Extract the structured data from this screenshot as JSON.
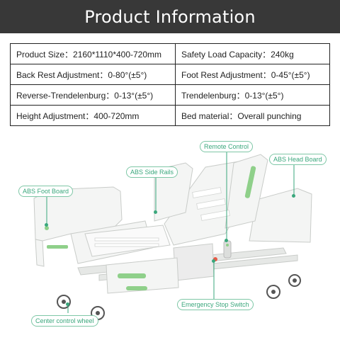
{
  "header": {
    "title": "Product Information"
  },
  "specs": [
    [
      "Product Size：2160*1110*400-720mm",
      "Safety Load Capacity：240kg"
    ],
    [
      "Back Rest Adjustment：0-80°(±5°)",
      "Foot Rest Adjustment：0-45°(±5°)"
    ],
    [
      "Reverse-Trendelenburg：0-13°(±5°)",
      "Trendelenburg：0-13°(±5°)"
    ],
    [
      "Height Adjustment：400-720mm",
      "Bed material：Overall punching"
    ]
  ],
  "callouts": {
    "remote_control": "Remote Control",
    "abs_head_board": "ABS Head Board",
    "abs_side_rails": "ABS Side Rails",
    "abs_foot_board": "ABS Foot Board",
    "emergency_stop_switch": "Emergency Stop Switch",
    "center_control_wheel": "Center control wheel"
  },
  "colors": {
    "header_bg": "#383838",
    "accent": "#3aa77c",
    "accent_light": "#8fd08a"
  }
}
